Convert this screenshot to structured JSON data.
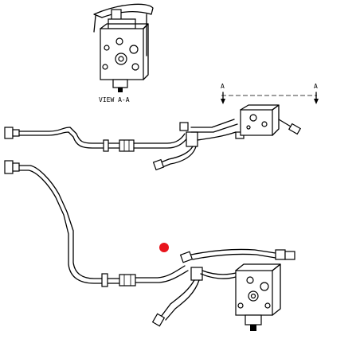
{
  "view_label": "VIEW A-A",
  "section_mark_left": "A",
  "section_mark_right": "A",
  "marker": {
    "color": "#e8141c"
  },
  "line_color": "#000000",
  "background": "#ffffff"
}
